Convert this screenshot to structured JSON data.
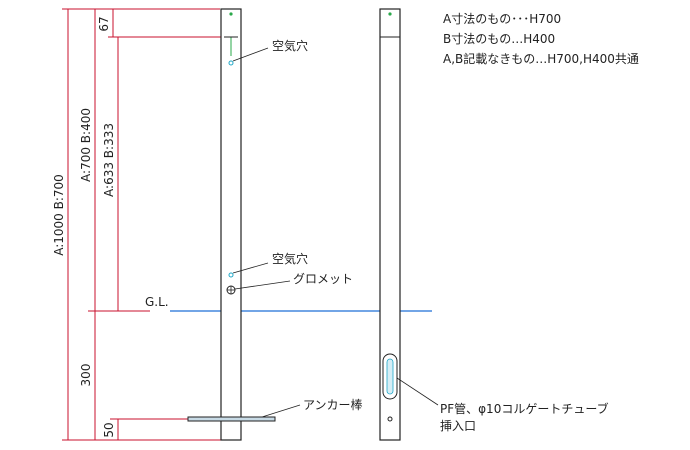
{
  "dimensions": {
    "total": "A:1000 B:700",
    "above_ground": "A:700 B:400",
    "hole_to_ground": "A:633 B:333",
    "top_offset": "67",
    "embed_depth": "300",
    "anchor_offset": "50"
  },
  "labels": {
    "air_hole_top": "空気穴",
    "air_hole_bottom": "空気穴",
    "grommet": "グロメット",
    "ground_line": "G.L.",
    "anchor_bar": "アンカー棒",
    "pf_pipe_line1": "PF管、φ10コルゲートチューブ",
    "pf_pipe_line2": "挿入口"
  },
  "notes": [
    "A寸法のもの･･･H700",
    "B寸法のもの…H400",
    "A,B記載なきもの…H700,H400共通"
  ],
  "colors": {
    "dimension": "#c8102e",
    "ground_line": "#1f6fd6",
    "post": "#222222",
    "marker_green": "#2aa84a",
    "hole_cyan": "#20a8c8"
  }
}
